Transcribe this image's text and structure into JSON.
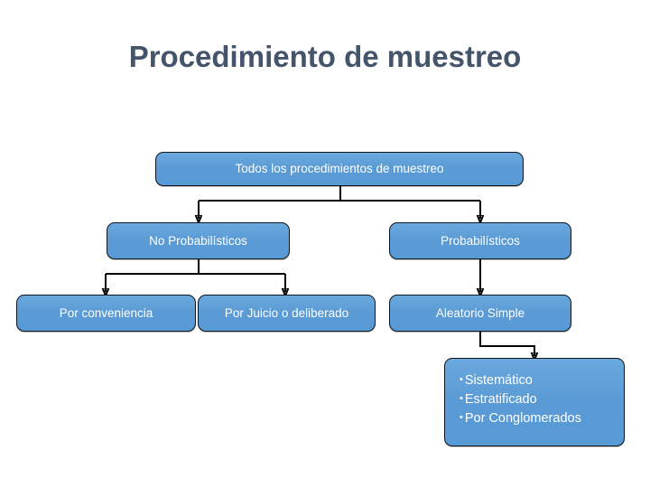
{
  "page": {
    "title": "Procedimiento de muestreo",
    "background_color": "#ffffff",
    "title_color": "#44546a",
    "node_fill_color": "#5b9bd5",
    "node_border_color": "#111418",
    "node_text_color": "#ffffff",
    "connector_color": "#000000"
  },
  "diagram": {
    "type": "flowchart",
    "root": {
      "label": "Todos los procedimientos de muestreo"
    },
    "level2": [
      {
        "label": "No Probabilísticos"
      },
      {
        "label": "Probabilísticos"
      }
    ],
    "level3": [
      {
        "label": "Por conveniencia"
      },
      {
        "label": "Por Juicio o deliberado"
      },
      {
        "label": "Aleatorio Simple"
      }
    ],
    "level4": {
      "bullets": [
        "Sistemático",
        "Estratificado",
        "Por Conglomerados"
      ]
    }
  }
}
